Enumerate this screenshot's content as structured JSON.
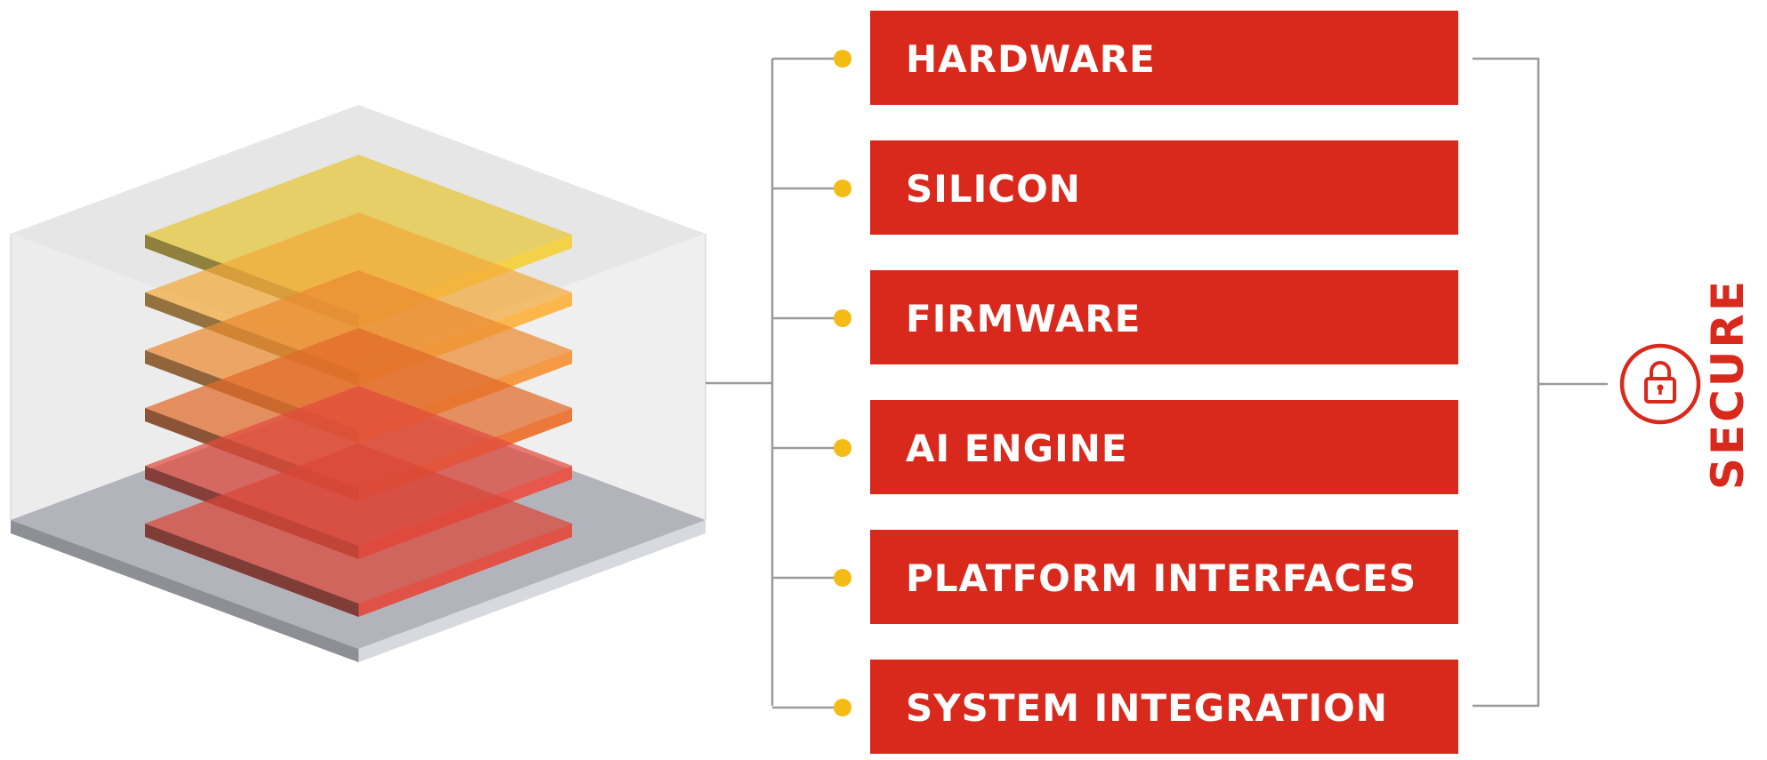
{
  "layers": [
    {
      "label": "HARDWARE"
    },
    {
      "label": "SILICON"
    },
    {
      "label": "FIRMWARE"
    },
    {
      "label": "AI ENGINE"
    },
    {
      "label": "PLATFORM INTERFACES"
    },
    {
      "label": "SYSTEM INTEGRATION"
    }
  ],
  "secure": {
    "label": "SECURE",
    "icon": "lock-icon"
  },
  "colors": {
    "box": "#d9291c",
    "dot": "#f5bb15",
    "line": "#9a9a9a",
    "plates": [
      "#e8c636",
      "#f2a93a",
      "#ea8a32",
      "#e06a28",
      "#e24b3e",
      "#d94638"
    ]
  }
}
